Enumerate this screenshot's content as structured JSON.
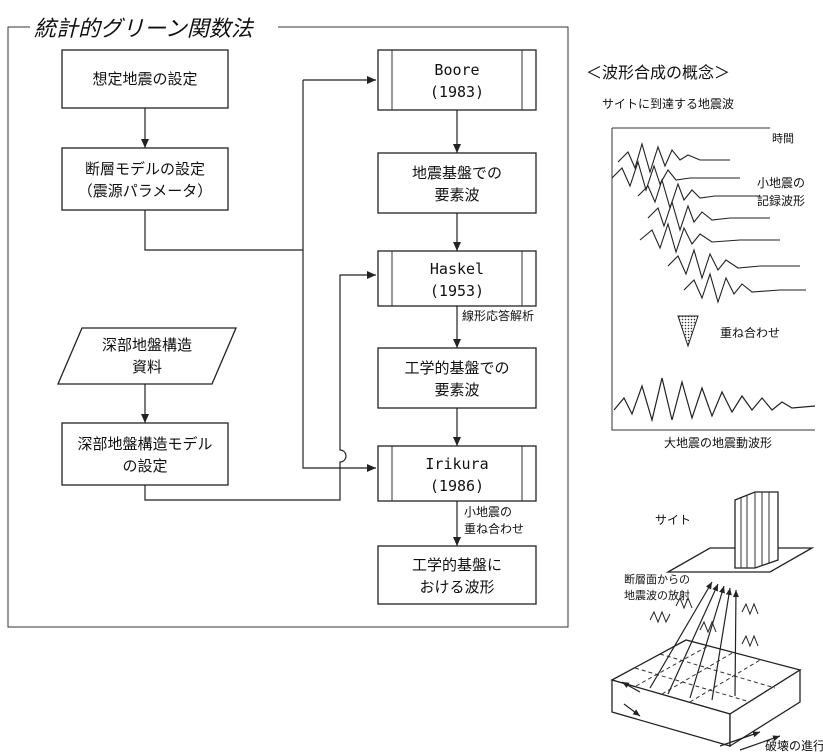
{
  "title": "統計的グリーン関数法",
  "flow": {
    "left": [
      {
        "lines": [
          "想定地震の設定"
        ]
      },
      {
        "lines": [
          "断層モデルの設定",
          "（震源パラメータ）"
        ]
      },
      {
        "lines": [
          "深部地盤構造",
          "資料"
        ]
      },
      {
        "lines": [
          "深部地盤構造モデル",
          "の設定"
        ]
      }
    ],
    "right": [
      {
        "lines": [
          "Boore",
          "(1983)"
        ]
      },
      {
        "lines": [
          "地震基盤での",
          "要素波"
        ]
      },
      {
        "lines": [
          "Haskel",
          "(1953)"
        ]
      },
      {
        "lines": [
          "工学的基盤での",
          "要素波"
        ]
      },
      {
        "lines": [
          "Irikura",
          "(1986)"
        ]
      },
      {
        "lines": [
          "工学的基盤に",
          "おける波形"
        ]
      }
    ],
    "annotations": {
      "linear": "線形応答解析",
      "superpose": [
        "小地震の",
        "重ね合わせ"
      ]
    }
  },
  "concept": {
    "title": "＜波形合成の概念＞",
    "site_waves": "サイトに到達する地震波",
    "time": "時間",
    "small_records": [
      "小地震の",
      "記録波形"
    ],
    "superpose": "重ね合わせ",
    "large_wave": "大地震の地震動波形",
    "site": "サイト",
    "radiation": [
      "断層面からの",
      "地震波の放射"
    ],
    "rupture": "破壊の進行"
  }
}
